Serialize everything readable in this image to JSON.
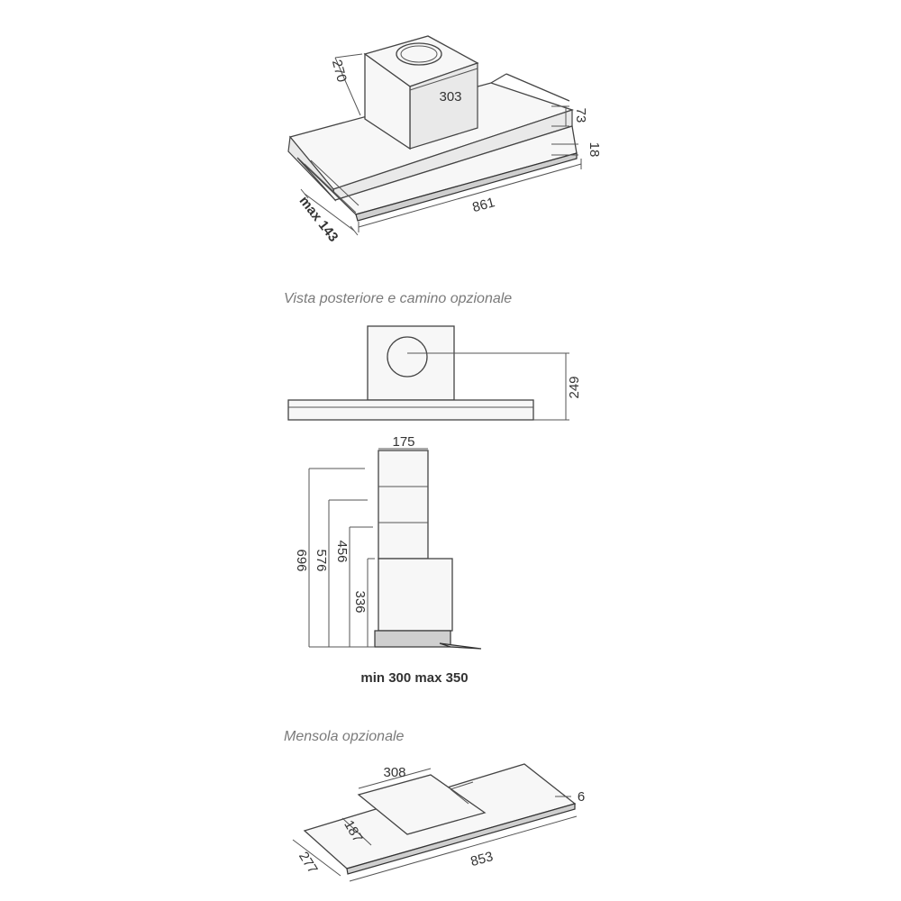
{
  "views": {
    "iso_hood": {
      "dims": {
        "duct_depth": "270",
        "duct_width": "303",
        "body_height": "73",
        "front_height": "18",
        "width": "861",
        "depth": "max 143"
      }
    },
    "rear_view": {
      "caption": "Vista posteriore e camino opzionale",
      "dims": {
        "height": "249"
      }
    },
    "side_chimney": {
      "dims": {
        "top_width": "175",
        "h1": "696",
        "h2": "576",
        "h3": "456",
        "h4": "336",
        "bottom_range": "min 300 max 350"
      }
    },
    "shelf": {
      "caption": "Mensola opzionale",
      "dims": {
        "cutout_width": "308",
        "cutout_depth": "187",
        "thickness": "6",
        "depth": "277",
        "width": "853"
      }
    }
  },
  "colors": {
    "line": "#444444",
    "caption": "#7a7a7a",
    "fill": "#f7f7f7"
  }
}
